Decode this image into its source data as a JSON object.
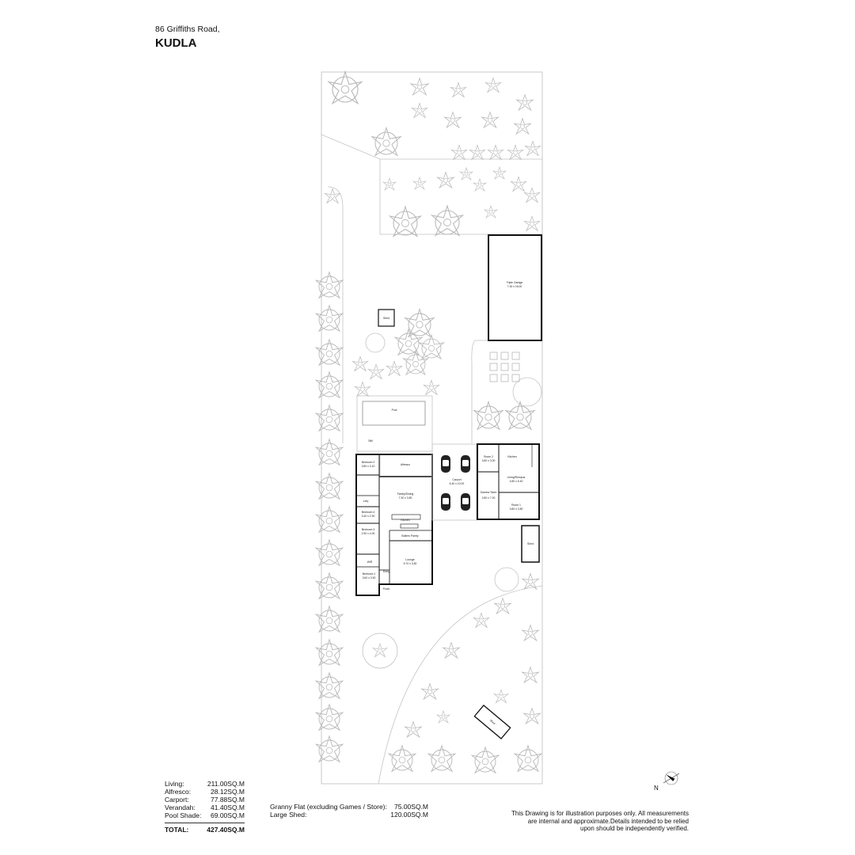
{
  "header": {
    "address_line": "86 Griffiths Road,",
    "suburb": "KUDLA"
  },
  "plan_labels": {
    "triple_garage": "Triple Garage",
    "triple_garage_dim": "7.30 x 16.00",
    "shed_small": "Shed",
    "pool": "Pool",
    "still": "Still",
    "alfresco": "Alfresco",
    "carport": "Carport",
    "carport_dim": "6.40 x 10.00",
    "bedroom2": "Bedroom 2",
    "bedroom2_dim": "3.80 x 3.10",
    "laundry": "Ldry",
    "family_dining": "Family/Dining",
    "family_dining_dim": "7.30 x 3.80",
    "bedroom4": "Bedroom 4",
    "bedroom4_dim": "3.40 x 2.90",
    "kitchen": "Kitchen",
    "bedroom3": "Bedroom 3",
    "bedroom3_dim": "2.90 x 4.00",
    "butlers_pantry": "Butlers Pantry",
    "lounge": "Lounge",
    "lounge_dim": "5.70 x 3.80",
    "wir": "WIR",
    "bedroom1": "Bedroom 1",
    "bedroom1_dim": "3.60 x 3.50",
    "entry": "Entry",
    "porch": "Porch",
    "room2": "Room 2",
    "room2_dim": "3.80 x 3.00",
    "flat_kitchen": "Kitchen",
    "living_rumpus": "Living/Rumpus",
    "living_rumpus_dim": "4.80 x 5.40",
    "games_store": "Games/ Store",
    "games_store_dim": "2.80 x 7.00",
    "room1": "Room 1",
    "room1_dim": "3.80 x 3.80",
    "shed_right": "Shed",
    "shed_bottom": "Shed"
  },
  "areas": [
    {
      "label": "Living:",
      "value": "211.00SQ.M"
    },
    {
      "label": "Alfresco:",
      "value": "28.12SQ.M"
    },
    {
      "label": "Carport:",
      "value": "77.88SQ.M"
    },
    {
      "label": "Verandah:",
      "value": "41.40SQ.M"
    },
    {
      "label": "Pool Shade:",
      "value": "69.00SQ.M"
    }
  ],
  "total": {
    "label": "TOTAL:",
    "value": "427.40SQ.M"
  },
  "extra_areas": [
    {
      "label": "Granny Flat (excluding Games / Store):",
      "value": "75.00SQ.M"
    },
    {
      "label": "Large Shed:",
      "value": "120.00SQ.M"
    }
  ],
  "disclaimer": [
    "This Drawing is for illustration purposes only. All measurements",
    "are internal and approximate.Details intended to be relied",
    "upon should be independently verified."
  ],
  "north_label": "N",
  "colors": {
    "wall": "#111111",
    "landscape": "#b8b8b8",
    "boundary": "#c4c4c4"
  }
}
